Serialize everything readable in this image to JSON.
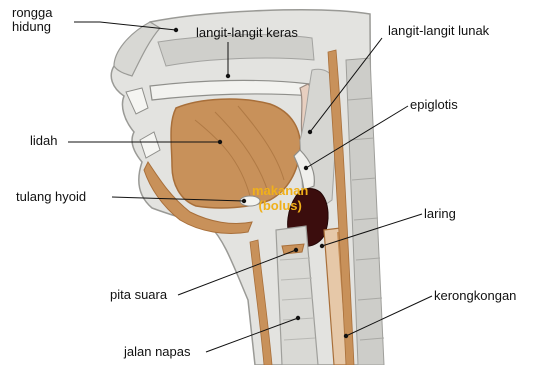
{
  "labels": {
    "rongga_hidung": [
      "rongga",
      "hidung"
    ],
    "langit_langit_keras": "langit-langit keras",
    "langit_langit_lunak": "langit-langit lunak",
    "lidah": "lidah",
    "epiglotis": "epiglotis",
    "tulang_hyoid": "tulang hyoid",
    "makanan": [
      "makanan",
      "(bolus)"
    ],
    "laring": "laring",
    "pita_suara": "pita suara",
    "kerongkongan": "kerongkongan",
    "jalan_napas": "jalan napas"
  },
  "colors": {
    "muscle": "#c8915a",
    "muscle_dark": "#a86f3a",
    "tissue": "#e3e3e0",
    "tissue_dark": "#c9c9c5",
    "bolus": "#3b0d0d",
    "food_label": "#f0b01a",
    "leader_line": "#111111"
  }
}
